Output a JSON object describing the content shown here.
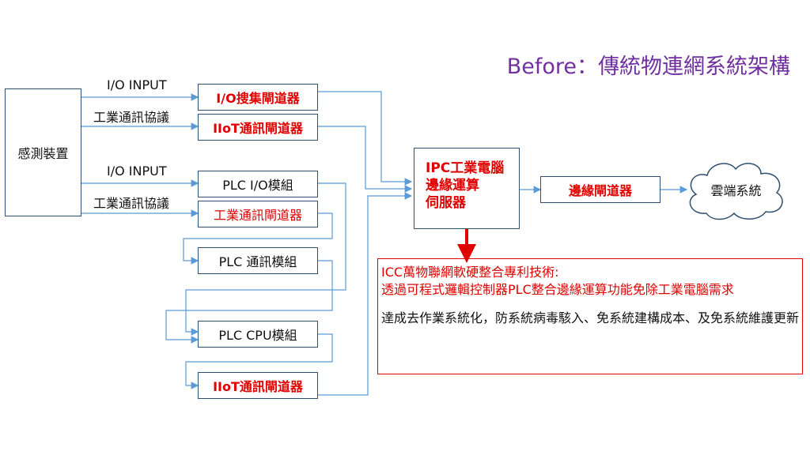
{
  "title": "Before：傳統物連網系統架構",
  "sensor": "感測裝置",
  "labels": {
    "io_input_1": "I/O INPUT",
    "protocol_1": "工業通訊協議",
    "io_input_2": "I/O INPUT",
    "protocol_2": "工業通訊協議"
  },
  "boxes": {
    "io_gateway": "I/O搜集閘道器",
    "iiot_gateway_top": "IIoT通訊閘道器",
    "plc_io": "PLC I/O模組",
    "industrial_gateway": "工業通訊閘道器",
    "plc_comm": "PLC 通訊模組",
    "plc_cpu": "PLC CPU模組",
    "iiot_gateway_bottom": "IIoT通訊閘道器",
    "ipc_lines": [
      "IPC工業電腦",
      "邊緣運算",
      "伺服器"
    ],
    "edge_gateway": "邊緣閘道器",
    "cloud": "雲端系統"
  },
  "note": {
    "line1": "ICC萬物聯網軟硬整合專利技術:",
    "line2": "透過可程式邏輯控制器PLC整合邊緣運算功能免除工業電腦需求",
    "line3": "達成去作業系統化，防系統病毒駭入、免系統建構成本、及免系統維護更新"
  },
  "colors": {
    "title": "#7030a0",
    "highlight": "#e00000",
    "line": "#5b9bd5"
  }
}
